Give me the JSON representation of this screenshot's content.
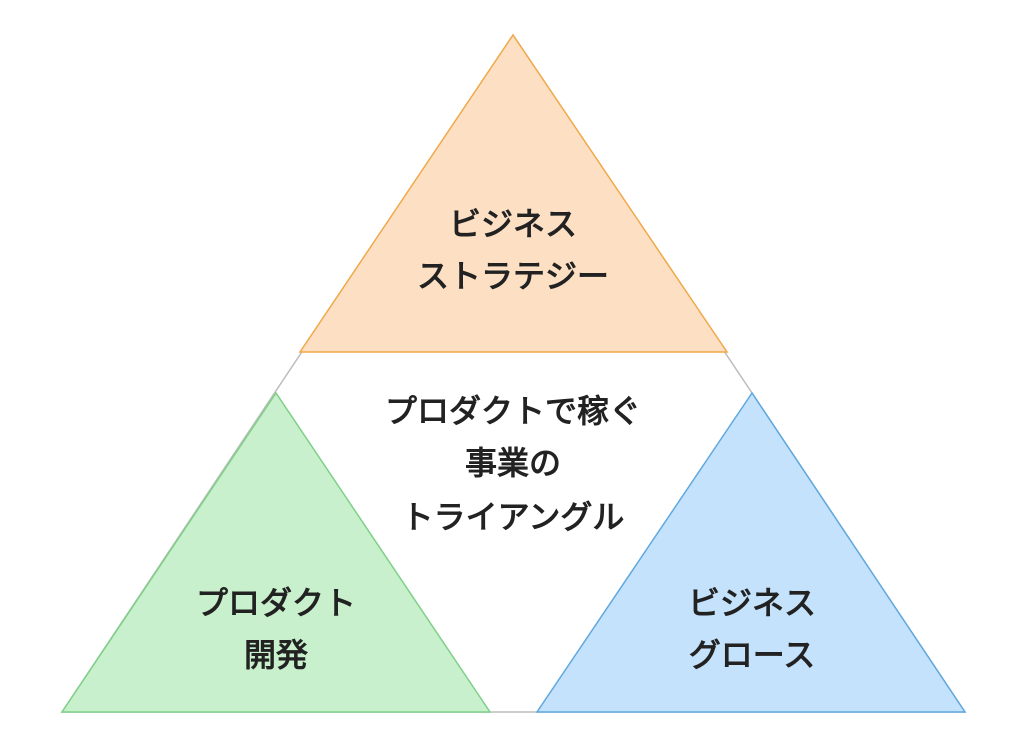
{
  "diagram": {
    "colors": {
      "outline": "#bdbdbd",
      "top_fill": "#fde0c4",
      "top_stroke": "#f0a848",
      "left_fill": "#c8f0cc",
      "left_stroke": "#7fd088",
      "right_fill": "#c4e2fb",
      "right_stroke": "#5fa8e0",
      "text": "#222222"
    },
    "top": {
      "line1": "ビジネス",
      "line2": "ストラテジー"
    },
    "center": {
      "line1": "プロダクトで稼ぐ",
      "line2": "事業の",
      "line3": "トライアングル"
    },
    "left": {
      "line1": "プロダクト",
      "line2": "開発"
    },
    "right": {
      "line1": "ビジネス",
      "line2": "グロース"
    }
  }
}
